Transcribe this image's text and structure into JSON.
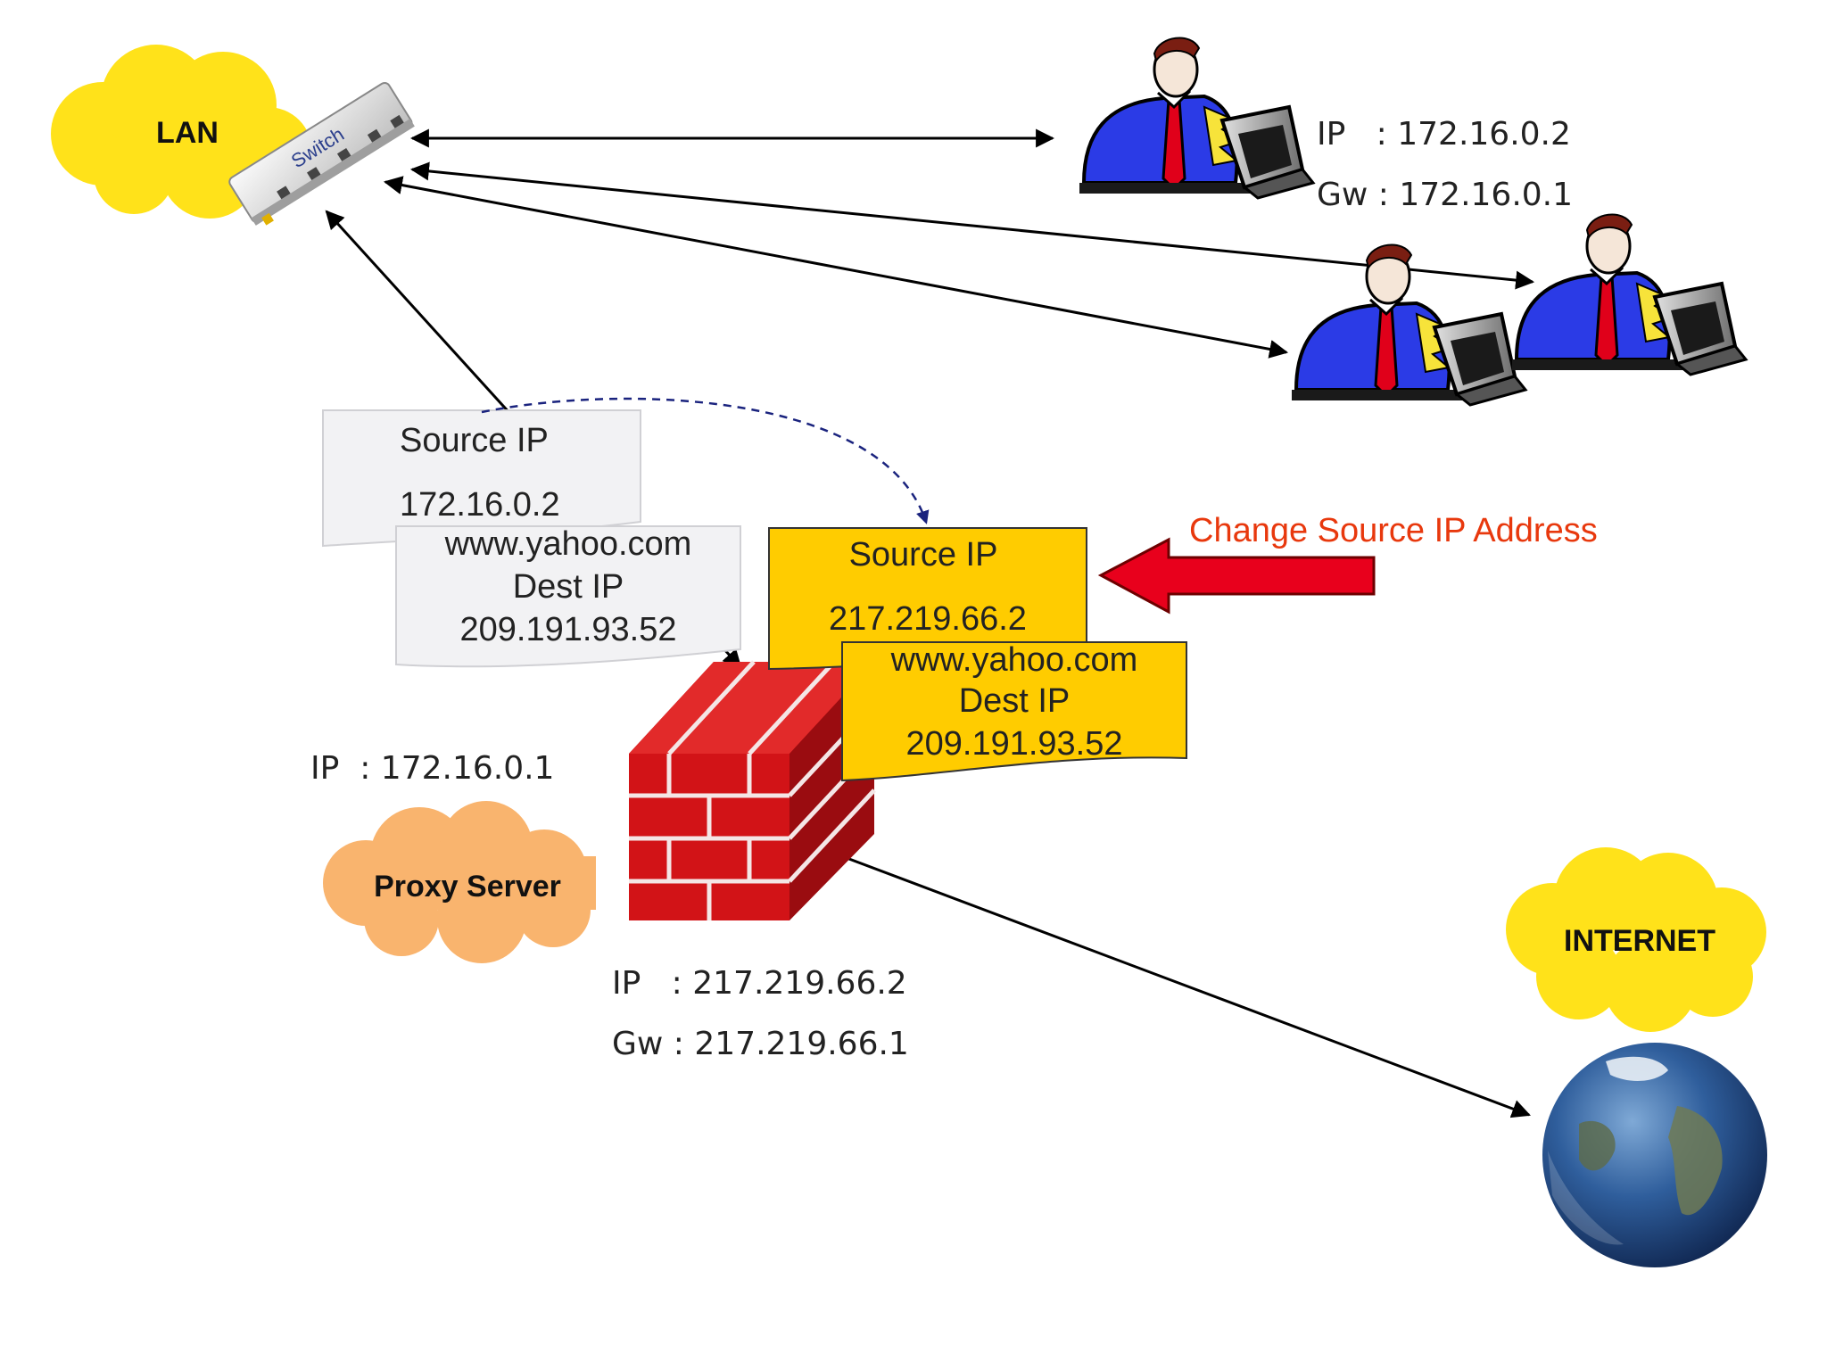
{
  "clouds": {
    "lan": "LAN",
    "proxy": "Proxy Server",
    "internet": "INTERNET"
  },
  "switch_label": "Switch",
  "pc1": {
    "ip": "IP   : 172.16.0.2",
    "gw": "Gw : 172.16.0.1"
  },
  "proxy_info": {
    "ip": "IP  : 172.16.0.1"
  },
  "firewall_info": {
    "ip": "IP   : 217.219.66.2",
    "gw": "Gw : 217.219.66.1"
  },
  "packet_original": {
    "source_label": "Source IP",
    "source_value": "172.16.0.2",
    "host": "www.yahoo.com",
    "dest_label": "Dest IP",
    "dest_value": "209.191.93.52"
  },
  "packet_changed": {
    "source_label": "Source IP",
    "source_value": "217.219.66.2",
    "host": "www.yahoo.com",
    "dest_label": "Dest IP",
    "dest_value": "209.191.93.52"
  },
  "change_label": "Change Source IP Address",
  "colors": {
    "cloud_yellow": "#FFE21A",
    "cloud_orange": "#F9B46E",
    "packet_yellow": "#FFCC00",
    "packet_gray": "#F2F2F4",
    "arrow_red": "#E8001C",
    "change_text": "#E8380D",
    "brick_red": "#D21317",
    "person_blue": "#2B3BE6",
    "dashed_arrow": "#1A237E"
  }
}
